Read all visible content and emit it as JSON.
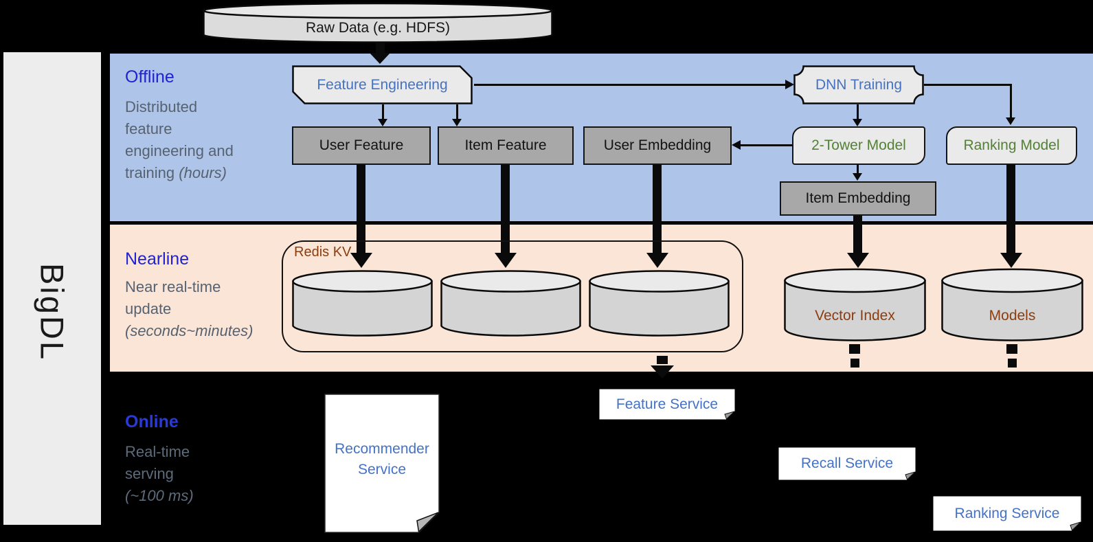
{
  "brand": {
    "name": "BigDL"
  },
  "raw_data": {
    "label": "Raw Data (e.g. HDFS)"
  },
  "offline": {
    "title": "Offline",
    "desc_line1": "Distributed",
    "desc_line2": "feature",
    "desc_line3": "engineering and",
    "desc_line4": "training",
    "desc_line4_italic": "(hours)",
    "nodes": {
      "feature_engineering": "Feature Engineering",
      "dnn_training": "DNN Training",
      "user_feature": "User Feature",
      "item_feature": "Item Feature",
      "user_embedding": "User Embedding",
      "two_tower_model": "2-Tower Model",
      "ranking_model": "Ranking Model",
      "item_embedding": "Item Embedding"
    }
  },
  "nearline": {
    "title": "Nearline",
    "desc_line1": "Near real-time",
    "desc_line2": "update",
    "desc_line3_italic": "(seconds~minutes)",
    "nodes": {
      "redis_kv": "Redis KV",
      "vector_index": "Vector Index",
      "models": "Models"
    }
  },
  "online": {
    "title": "Online",
    "desc_line1": "Real-time",
    "desc_line2": "serving",
    "desc_line3_italic": "(~100 ms)",
    "nodes": {
      "recommender_service": "Recommender Service",
      "feature_service": "Feature Service",
      "recall_service": "Recall Service",
      "ranking_service": "Ranking Service"
    }
  },
  "colors": {
    "section_title_blue": "#2023CF",
    "description_gray": "#576271",
    "node_label_blue": "#4472C4",
    "model_label_green": "#538135",
    "storage_label_brown": "#8C3D0E",
    "offline_band": "#AEC4E8",
    "nearline_band": "#FBE5D6",
    "online_background": "#000000",
    "gray_box_fill": "#A8A8A8",
    "light_box_fill": "#EAEAEA",
    "cylinder_fill": "#D4D4D4"
  }
}
